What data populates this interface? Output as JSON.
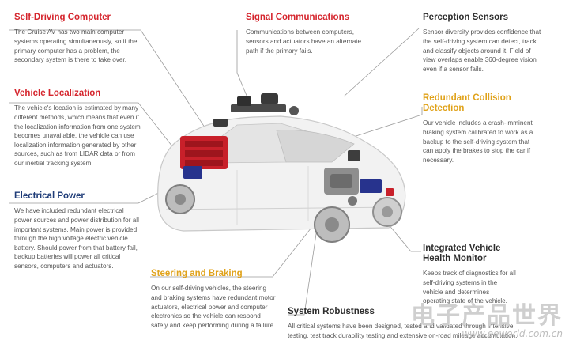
{
  "callouts": {
    "self_driving_computer": {
      "title": "Self-Driving Computer",
      "body": "The Cruise AV has two main computer systems operating simultaneously, so if the primary computer has a problem, the secondary system is there to take over."
    },
    "signal_communications": {
      "title": "Signal Communications",
      "body": "Communications between computers, sensors and actuators have an alternate path if the primary fails."
    },
    "perception_sensors": {
      "title": "Perception Sensors",
      "body": "Sensor diversity provides confidence that the self-driving system can detect, track and classify objects around it. Field of view overlaps enable 360-degree vision even if a sensor fails."
    },
    "vehicle_localization": {
      "title": "Vehicle Localization",
      "body": "The vehicle's location is estimated by many different methods, which means that even if the localization information from one system becomes unavailable, the vehicle can use localization information generated by other sources, such as from LIDAR data or from our inertial tracking system."
    },
    "redundant_collision_detection": {
      "title": "Redundant Collision Detection",
      "body": "Our vehicle includes a crash-imminent braking system calibrated to work as a backup to the self-driving system that can apply the brakes to stop the car if necessary."
    },
    "electrical_power": {
      "title": "Electrical Power",
      "body": "We have included redundant electrical power sources and power distribution for all important systems. Main power is provided through the high voltage electric vehicle battery. Should power from that battery fail, backup batteries will power all critical sensors, computers and actuators."
    },
    "integrated_vehicle_health_monitor": {
      "title": "Integrated Vehicle Health Monitor",
      "body": "Keeps track of diagnostics for all self-driving systems in the vehicle and determines operating state of the vehicle."
    },
    "steering_and_braking": {
      "title": "Steering and Braking",
      "body": "On our self-driving vehicles, the steering and braking systems have redundant motor actuators, electrical power and computer electronics so the vehicle can respond safely and keep performing during a failure."
    },
    "system_robustness": {
      "title": "System Robustness",
      "body": "All critical systems have been designed, tested and validated through intensive testing, test track durability testing and extensive on-road mileage accumulation."
    }
  },
  "watermark": {
    "chinese": "电子产品世界",
    "site": "www.eeworld.com.cn"
  },
  "colors": {
    "red": "#d5252d",
    "blue": "#1f3c78",
    "gold": "#e0a21a",
    "dark": "#2d2d2d",
    "text": "#555555"
  }
}
